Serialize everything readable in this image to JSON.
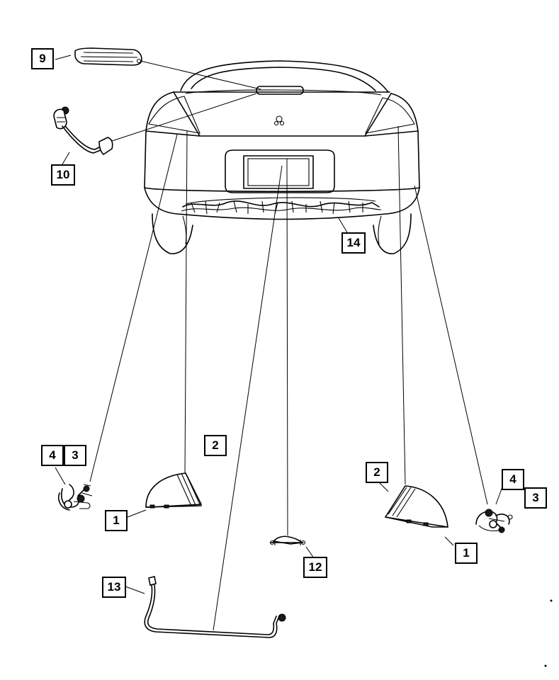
{
  "callouts": {
    "c9": "9",
    "c10": "10",
    "c14": "14",
    "c4_left": "4",
    "c3_left": "3",
    "c2_left": "2",
    "c1_left": "1",
    "c2_right": "2",
    "c4_right": "4",
    "c3_right": "3",
    "c1_right": "1",
    "c12": "12",
    "c13": "13"
  }
}
